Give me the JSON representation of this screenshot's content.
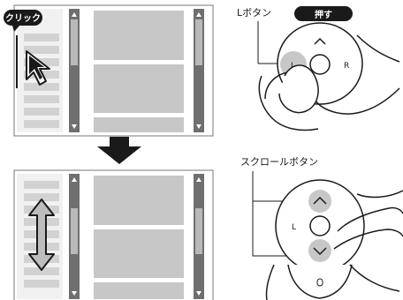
{
  "colors": {
    "panel_light": "#e3e3e3",
    "panel_mid": "#bdbdbd",
    "panel_dark": "#9e9e9e",
    "scrollbar": "#6f6f6f",
    "accent_dark": "#1a1a1a",
    "highlight": "#c7c7c7"
  },
  "top_screen": {
    "click_badge": "クリック",
    "arrow_icon": "mouse-pointer-icon"
  },
  "bottom_screen": {
    "arrow_icon": "up-down-double-arrow-icon"
  },
  "transition_icon": "down-arrow-icon",
  "mouse_top": {
    "caption": "Lボタン",
    "badge": "押す",
    "left_label": "L",
    "right_label": "R",
    "up_icon": "caret-up-icon"
  },
  "mouse_bottom": {
    "caption": "スクロールボタン",
    "left_label": "L",
    "up_icon": "caret-up-icon",
    "down_icon": "caret-down-icon"
  }
}
